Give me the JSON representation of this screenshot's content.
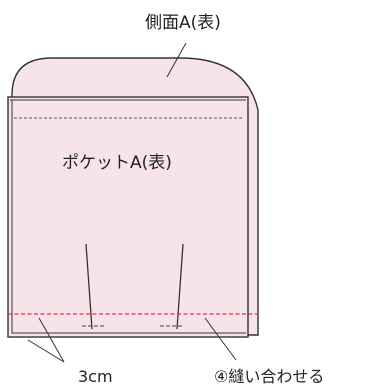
{
  "labels": {
    "side_panel": "側面A(表)",
    "pocket": "ポケットA(表)",
    "margin": "3cm",
    "step": "④縫い合わせる"
  },
  "colors": {
    "fabric": "#f6e4ea",
    "outline": "#333333",
    "stitch_red": "#e0303a",
    "stitch_dark": "#444444"
  }
}
